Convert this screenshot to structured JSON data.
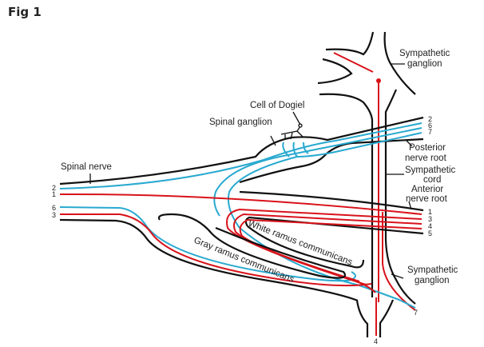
{
  "figure": {
    "title": "Fig 1",
    "labels": {
      "sympathetic_ganglion_top": [
        "Sympathetic",
        "ganglion"
      ],
      "cell_of_dogiel": "Cell of Dogiel",
      "spinal_ganglion": "Spinal ganglion",
      "posterior_nerve_root": [
        "Posterior",
        "nerve root"
      ],
      "spinal_nerve": "Spinal nerve",
      "sympathetic_cord": [
        "Sympathetic",
        "cord"
      ],
      "anterior_nerve_root": [
        "Anterior",
        "nerve root"
      ],
      "white_ramus": "White ramus communicans",
      "gray_ramus": "Gray ramus communicans",
      "sympathetic_ganglion_bottom": [
        "Sympathetic",
        "ganglion"
      ]
    },
    "fiber_numbers": {
      "posterior_right": [
        "2",
        "6",
        "7"
      ],
      "anterior_right": [
        "1",
        "3",
        "4",
        "5"
      ],
      "left": [
        "2",
        "1",
        "6",
        "3"
      ],
      "bottom_right": "7",
      "bottom": "4"
    },
    "colors": {
      "sensory": "#29a9d0",
      "motor": "#d8131b",
      "outline": "#111111"
    }
  }
}
